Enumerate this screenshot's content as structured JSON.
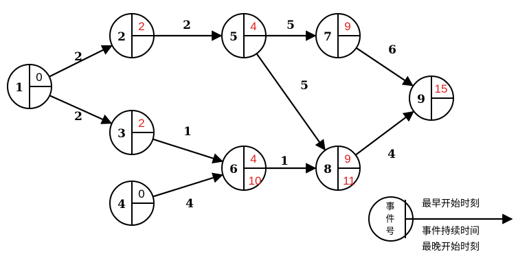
{
  "colors": {
    "line": "#000000",
    "highlight": "#e02020",
    "background": "#ffffff"
  },
  "nodes": [
    {
      "id": "1",
      "early": "0",
      "late": "",
      "early_color": "#000000",
      "late_color": "#e02020"
    },
    {
      "id": "2",
      "early": "2",
      "late": "",
      "early_color": "#e02020",
      "late_color": "#e02020"
    },
    {
      "id": "3",
      "early": "2",
      "late": "",
      "early_color": "#e02020",
      "late_color": "#e02020"
    },
    {
      "id": "4",
      "early": "0",
      "late": "",
      "early_color": "#000000",
      "late_color": "#e02020"
    },
    {
      "id": "5",
      "early": "4",
      "late": "",
      "early_color": "#e02020",
      "late_color": "#e02020"
    },
    {
      "id": "6",
      "early": "4",
      "late": "10",
      "early_color": "#e02020",
      "late_color": "#e02020"
    },
    {
      "id": "7",
      "early": "9",
      "late": "",
      "early_color": "#e02020",
      "late_color": "#e02020"
    },
    {
      "id": "8",
      "early": "9",
      "late": "11",
      "early_color": "#e02020",
      "late_color": "#e02020"
    },
    {
      "id": "9",
      "early": "15",
      "late": "",
      "early_color": "#e02020",
      "late_color": "#e02020"
    }
  ],
  "edges": [
    {
      "from": "1",
      "to": "2",
      "label": "2"
    },
    {
      "from": "1",
      "to": "3",
      "label": "2"
    },
    {
      "from": "2",
      "to": "5",
      "label": "2"
    },
    {
      "from": "3",
      "to": "6",
      "label": "1"
    },
    {
      "from": "4",
      "to": "6",
      "label": "4"
    },
    {
      "from": "5",
      "to": "7",
      "label": "5"
    },
    {
      "from": "5",
      "to": "8",
      "label": "5"
    },
    {
      "from": "6",
      "to": "8",
      "label": "1"
    },
    {
      "from": "7",
      "to": "9",
      "label": "6"
    },
    {
      "from": "8",
      "to": "9",
      "label": "4"
    }
  ],
  "legend": {
    "node_label_chars": [
      "事",
      "件",
      "号"
    ],
    "earliest_start": "最早开始时刻",
    "duration": "事件持续时间",
    "latest_start": "最晚开始时刻"
  }
}
